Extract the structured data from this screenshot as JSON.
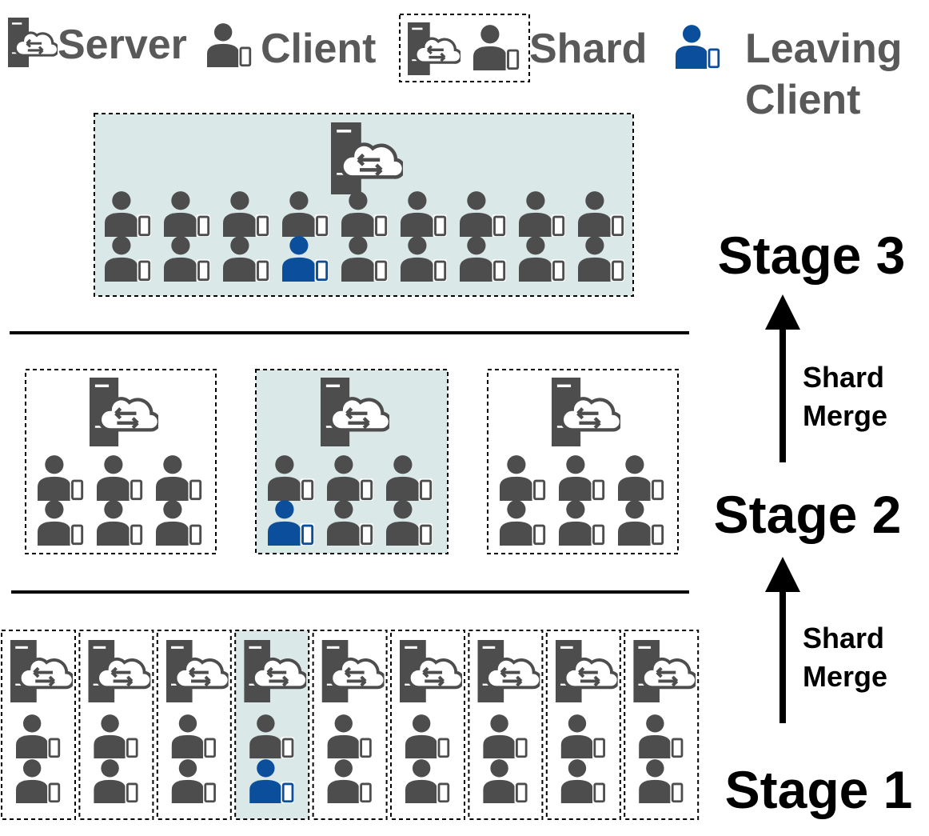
{
  "legend": {
    "server": "Server",
    "client": "Client",
    "shard": "Shard",
    "leaving_line1": "Leaving",
    "leaving_line2": "Client"
  },
  "stages": [
    {
      "label": "Stage 3",
      "shards": 1,
      "clients_per_shard": 18,
      "leaving_shard": 0,
      "leaving_client": 12
    },
    {
      "label": "Stage 2",
      "shards": 3,
      "clients_per_shard": 6,
      "leaving_shard": 1,
      "leaving_client": 3
    },
    {
      "label": "Stage 1",
      "shards": 9,
      "clients_per_shard": 2,
      "leaving_shard": 3,
      "leaving_client": 1
    }
  ],
  "arrows": [
    {
      "line1": "Shard",
      "line2": "Merge"
    },
    {
      "line1": "Shard",
      "line2": "Merge"
    }
  ],
  "colors": {
    "icon": "#4d4d4d",
    "legend_text": "#595959",
    "leaving": "#0b4f9c",
    "shard_highlight": "#dae8e8",
    "divider": "#000000",
    "text": "#000000"
  }
}
